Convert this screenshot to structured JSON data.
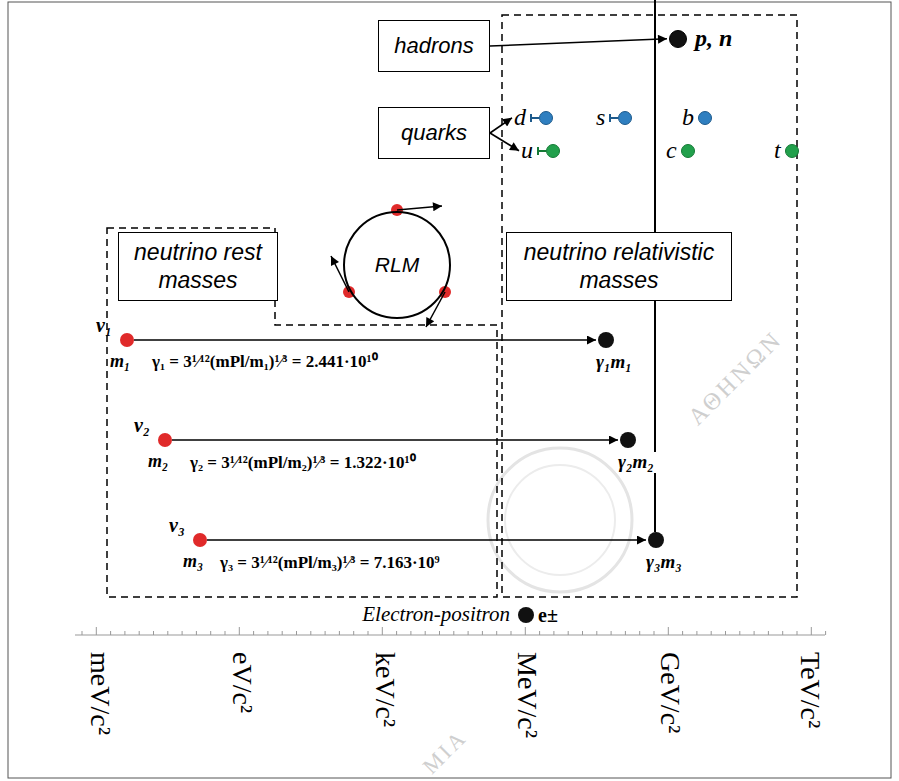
{
  "diagram": {
    "nodes": [
      {
        "text": [
          "hadrons"
        ]
      },
      {
        "text": [
          "quarks"
        ]
      },
      {
        "text": [
          "neutrino rest masses"
        ]
      },
      {
        "text": [
          "neutrino relativistic masses"
        ]
      },
      {
        "text": [
          "RLM"
        ]
      },
      {
        "text": [
          "p, n"
        ]
      },
      {
        "text": [
          "d"
        ]
      },
      {
        "text": [
          "s"
        ]
      },
      {
        "text": [
          "b"
        ]
      },
      {
        "text": [
          "u"
        ]
      },
      {
        "text": [
          "c"
        ]
      },
      {
        "text": [
          "t"
        ]
      },
      {
        "text": [
          "ν₁",
          "m₁"
        ]
      },
      {
        "text": [
          "γ₁m₁"
        ]
      },
      {
        "text": [
          "ν₂",
          "m₂"
        ]
      },
      {
        "text": [
          "γ₂m₂"
        ]
      },
      {
        "text": [
          "ν₃",
          "m₃"
        ]
      },
      {
        "text": [
          "γ₃m₃"
        ]
      },
      {
        "text": [
          "Electron-positron",
          "e±"
        ]
      }
    ],
    "edges": [
      {
        "from": 0,
        "to": 5,
        "arrow": "to"
      },
      {
        "from": 1,
        "to": 6,
        "arrow": "to"
      },
      {
        "from": 1,
        "to": 9,
        "arrow": "to"
      },
      {
        "from": 12,
        "to": 13,
        "arrow": "to",
        "label": "γ₁ = 3¹⁄¹²(mPl/m₁)¹⁄³ = 2.441·10¹⁰"
      },
      {
        "from": 14,
        "to": 15,
        "arrow": "to",
        "label": "γ₂ = 3¹⁄¹²(mPl/m₂)¹⁄³ = 1.322·10¹⁰"
      },
      {
        "from": 16,
        "to": 17,
        "arrow": "to",
        "label": "γ₃ = 3¹⁄¹²(mPl/m₃)¹⁄³ = 7.163·10⁹"
      }
    ],
    "labels": [
      "meV/c²",
      "eV/c²",
      "keV/c²",
      "MeV/c²",
      "GeV/c²",
      "TeV/c²",
      "ΑΘΗΝΩΝ",
      "ΜΙΑ"
    ]
  }
}
